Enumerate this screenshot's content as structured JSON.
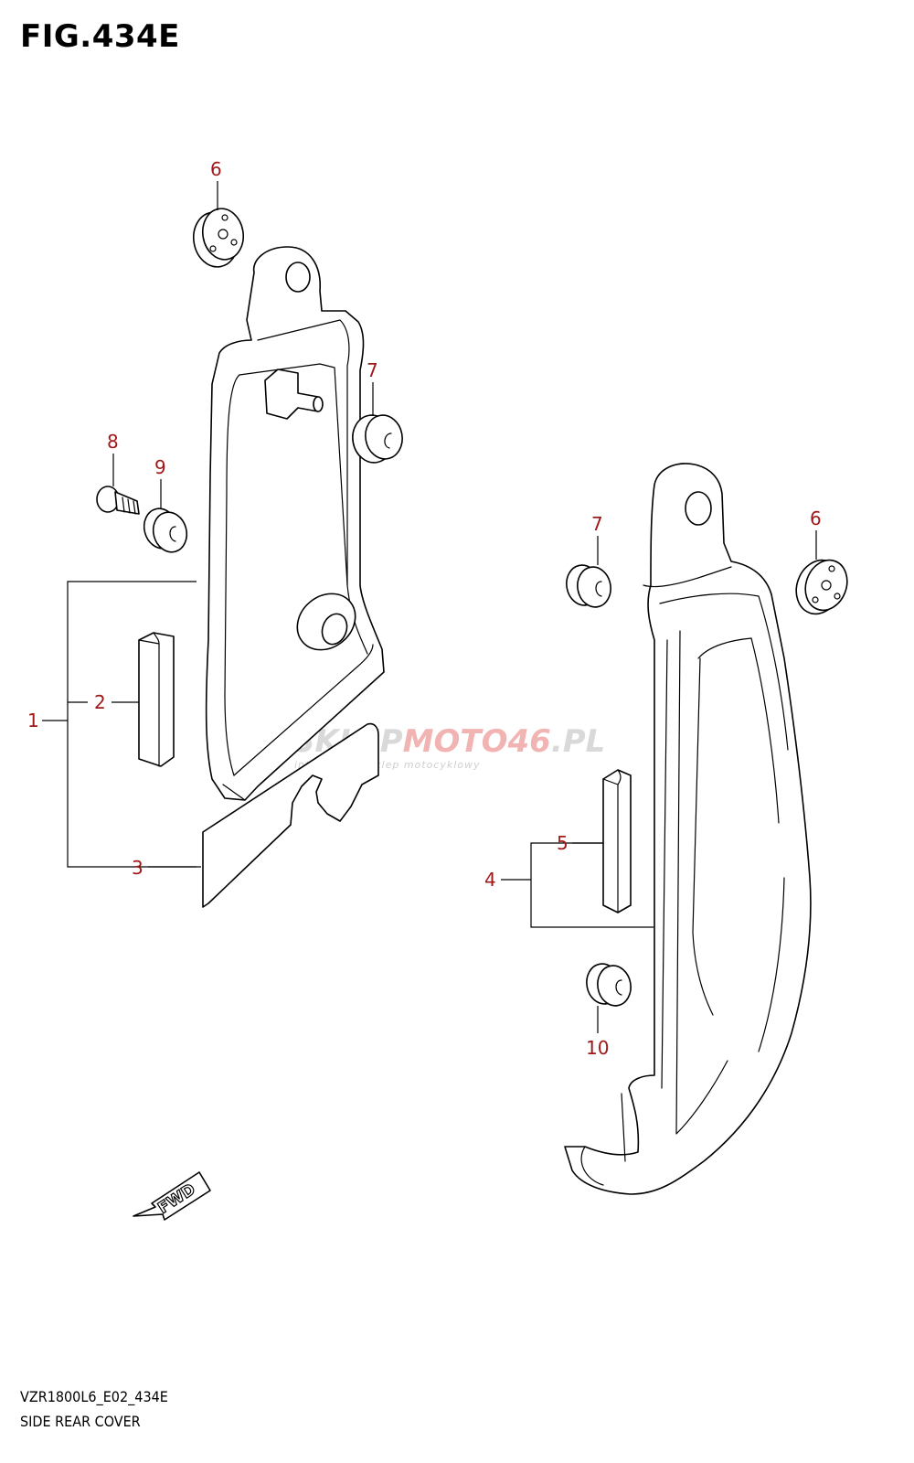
{
  "figure": {
    "title": "FIG.434E",
    "model_code": "VZR1800L6_E02_434E",
    "name": "SIDE REAR COVER"
  },
  "watermark": {
    "text_part1": "SKLEP",
    "text_part2": "MOTO",
    "text_part3": "46",
    "text_part4": ".PL",
    "subtitle": "internetowy sklep motocyklowy"
  },
  "direction_marker": {
    "label": "FWD"
  },
  "callouts": {
    "c1": "1",
    "c2": "2",
    "c3": "3",
    "c4": "4",
    "c5": "5",
    "c6a": "6",
    "c6b": "6",
    "c7a": "7",
    "c7b": "7",
    "c8": "8",
    "c9": "9",
    "c10": "10"
  },
  "colors": {
    "callout": "#a01818",
    "line": "#000000",
    "watermark": "#d9d9d9"
  }
}
